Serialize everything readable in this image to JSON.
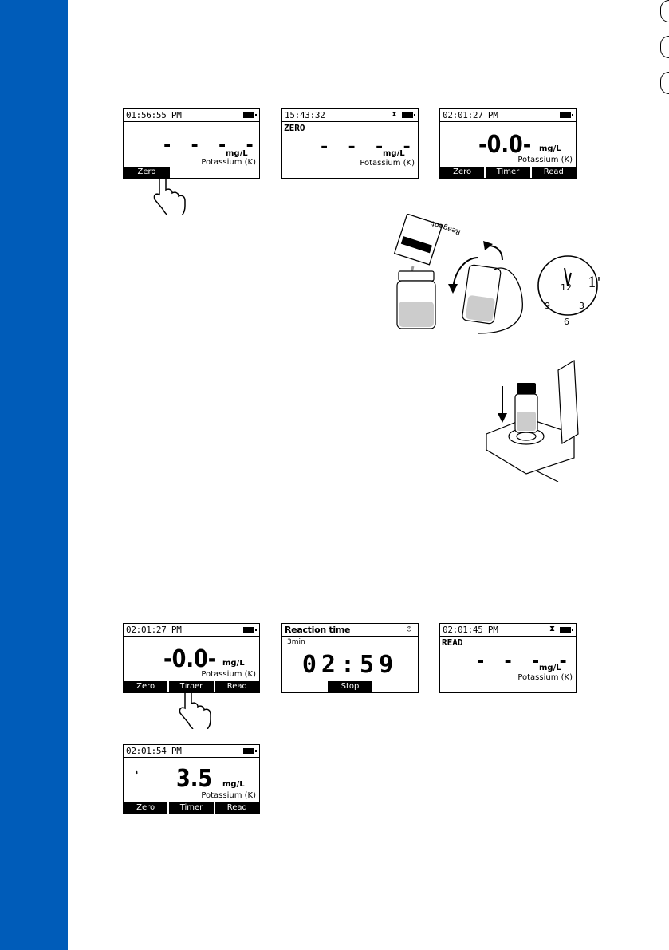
{
  "screens": [
    {
      "time": "01:56:55 PM",
      "mode": "",
      "value": "- - - -",
      "unit": "mg/L",
      "param": "Potassium (K)",
      "keys": [
        "Zero",
        "",
        "",
        ""
      ]
    },
    {
      "time": "15:43:32",
      "mode": "ZERO",
      "value": "- - - -",
      "unit": "mg/L",
      "param": "Potassium (K)",
      "keys": []
    },
    {
      "time": "02:01:27 PM",
      "mode": "",
      "value": "-0.0-",
      "unit": "mg/L",
      "param": "Potassium (K)",
      "keys": [
        "Zero",
        "Timer",
        "Read"
      ]
    },
    {
      "time": "02:01:27 PM",
      "mode": "",
      "value": "-0.0-",
      "unit": "mg/L",
      "param": "Potassium (K)",
      "keys": [
        "Zero",
        "Timer",
        "Read"
      ]
    },
    {
      "title": "Reaction time",
      "sub": "3min",
      "countdown": "02:59",
      "keys": [
        "Stop"
      ]
    },
    {
      "time": "02:01:45 PM",
      "mode": "READ",
      "value": "- - - -",
      "unit": "mg/L",
      "param": "Potassium (K)",
      "keys": []
    },
    {
      "time": "02:01:54 PM",
      "mode": "",
      "value": "3.5",
      "unit": "mg/L",
      "param": "Potassium (K)",
      "keys": [
        "Zero",
        "Timer",
        "Read"
      ]
    }
  ],
  "illustrations": {
    "sachet_label": "Reagent",
    "clock_numbers": [
      "12",
      "3",
      "6",
      "9"
    ],
    "clock_mark": "1'"
  },
  "colors": {
    "sidebar": "#005cb9"
  },
  "icons": [
    "tap-hand-icon",
    "battery-icon",
    "hourglass-icon",
    "stopwatch-icon",
    "arrow-down-icon",
    "rotate-arrows-icon"
  ]
}
